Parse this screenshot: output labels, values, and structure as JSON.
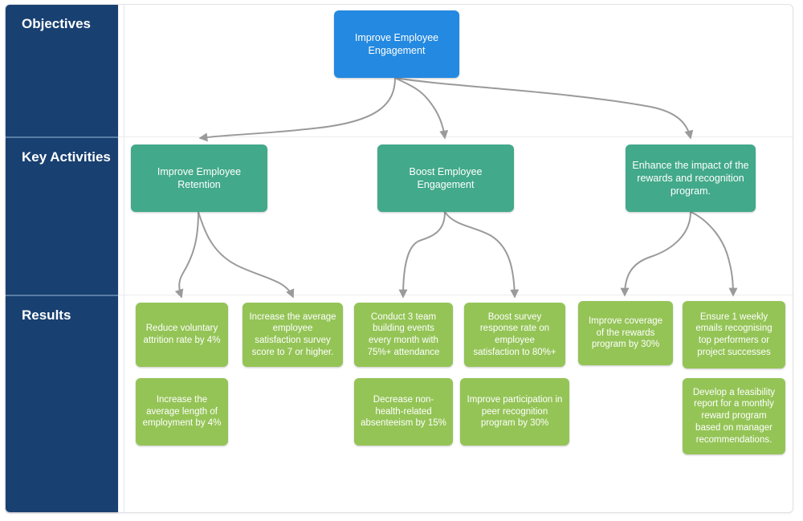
{
  "board": {
    "title": "Objectives / Key Activities / Results strategy map",
    "colors": {
      "lane_label_bg": "#184071",
      "objective": "#2489e0",
      "activity": "#42a98a",
      "result": "#94c456",
      "connector": "#9a9a9a",
      "frame_border": "#e2e2e6"
    }
  },
  "lanes": [
    {
      "label": "Objectives"
    },
    {
      "label": "Key\nActivities"
    },
    {
      "label": "Results"
    }
  ],
  "lane_labels": {
    "objectives": "Objectives",
    "key_activities_line1": "Key",
    "key_activities_line2": "Activities",
    "results": "Results"
  },
  "objectives": [
    {
      "id": "obj1",
      "text": "Improve Employee Engagement"
    }
  ],
  "key_activities": [
    {
      "id": "act1",
      "text": "Improve Employee Retention"
    },
    {
      "id": "act2",
      "text": "Boost Employee Engagement"
    },
    {
      "id": "act3",
      "text": "Enhance the impact of the rewards and recognition program."
    }
  ],
  "results": [
    {
      "id": "res1",
      "text": "Reduce voluntary attrition rate by 4%"
    },
    {
      "id": "res2",
      "text": "Increase the average employee satisfaction survey score to 7 or higher."
    },
    {
      "id": "res3",
      "text": "Conduct 3 team building events every month with 75%+ attendance"
    },
    {
      "id": "res4",
      "text": "Boost survey response rate on employee satisfaction to 80%+"
    },
    {
      "id": "res5",
      "text": "Improve coverage of the rewards program by 30%"
    },
    {
      "id": "res6",
      "text": "Ensure 1 weekly emails recognising top performers or project successes"
    },
    {
      "id": "res7",
      "text": "Increase the average length of employment by 4%"
    },
    {
      "id": "res8",
      "text": "Decrease non-health-related absenteeism by 15%"
    },
    {
      "id": "res9",
      "text": "Improve participation in peer recognition program by 30%"
    },
    {
      "id": "res10",
      "text": "Develop a feasibility report for a monthly reward program based on manager recommendations."
    }
  ],
  "connections": [
    {
      "from": "obj1",
      "to": "act1"
    },
    {
      "from": "obj1",
      "to": "act2"
    },
    {
      "from": "obj1",
      "to": "act3"
    },
    {
      "from": "act1",
      "to": "res1"
    },
    {
      "from": "act1",
      "to": "res2"
    },
    {
      "from": "act2",
      "to": "res3"
    },
    {
      "from": "act2",
      "to": "res4"
    },
    {
      "from": "act3",
      "to": "res5"
    },
    {
      "from": "act3",
      "to": "res6"
    }
  ]
}
